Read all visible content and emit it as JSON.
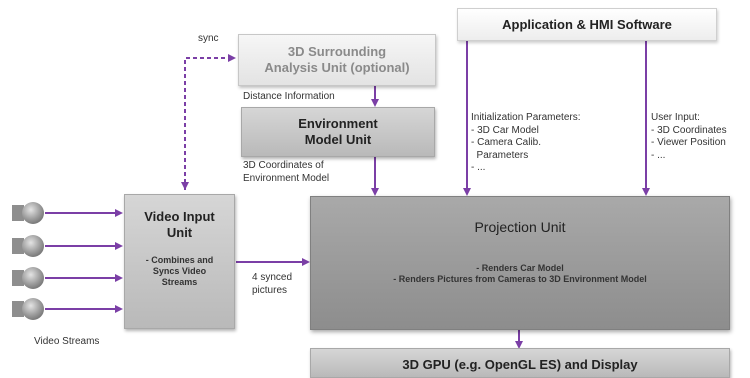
{
  "boxes": {
    "app_hmi": "Application & HMI Software",
    "surround_line1": "3D Surrounding",
    "surround_line2": "Analysis Unit (optional)",
    "env_line1": "Environment",
    "env_line2": "Model Unit",
    "video_title_line1": "Video Input",
    "video_title_line2": "Unit",
    "video_desc": [
      "- Combines and",
      "Syncs Video",
      "Streams"
    ],
    "projection_title": "Projection Unit",
    "projection_items": [
      "- Renders Car Model",
      "- Renders Pictures from Cameras to 3D Environment Model"
    ],
    "gpu": "3D GPU (e.g. OpenGL ES) and Display"
  },
  "labels": {
    "sync": "sync",
    "distance": "Distance Information",
    "coords": [
      "3D Coordinates of",
      "Environment Model"
    ],
    "synced": [
      "4 synced",
      "pictures"
    ],
    "video_streams": "Video Streams",
    "init_params": [
      "Initialization Parameters:",
      "- 3D Car Model",
      "- Camera Calib.",
      "  Parameters",
      "- ..."
    ],
    "user_input": [
      "User Input:",
      "- 3D Coordinates",
      "- Viewer Position",
      "- ..."
    ]
  },
  "colors": {
    "arrow": "#7b3fa6",
    "box_light": "#e8e8e8",
    "box_mid": "#c4c4c4",
    "box_dark": "#9a9a9a",
    "camera": "#9b9b9b"
  },
  "icons": [
    "camera-icon",
    "camera-icon",
    "camera-icon",
    "camera-icon"
  ]
}
